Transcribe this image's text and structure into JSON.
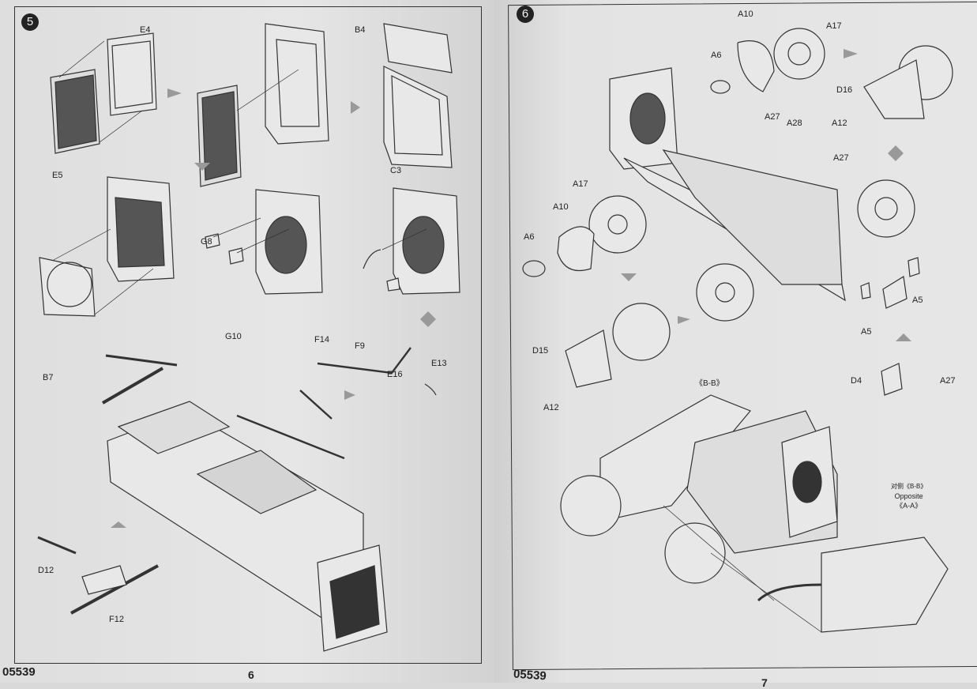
{
  "document": {
    "type": "model kit assembly instructions",
    "kit_number": "05539"
  },
  "left_page": {
    "page_number": "6",
    "kit_number": "05539",
    "step": "5",
    "part_labels": [
      "E4",
      "E5",
      "B4",
      "C3",
      "G8",
      "G10",
      "B7",
      "F9",
      "E16",
      "F14",
      "E13",
      "D12",
      "F12"
    ]
  },
  "right_page": {
    "page_number": "7",
    "kit_number": "05539",
    "step": "6",
    "part_labels": [
      "A10",
      "A17",
      "A6",
      "D16",
      "A12",
      "A27",
      "A28",
      "A27",
      "A17",
      "A10",
      "A6",
      "A5",
      "A5",
      "D15",
      "A12",
      "D4",
      "A27"
    ],
    "callout_bb": "《B-B》",
    "opposite_note": {
      "line1": "对侧《B-B》",
      "line2": "Opposite",
      "line3": "《A-A》"
    }
  }
}
